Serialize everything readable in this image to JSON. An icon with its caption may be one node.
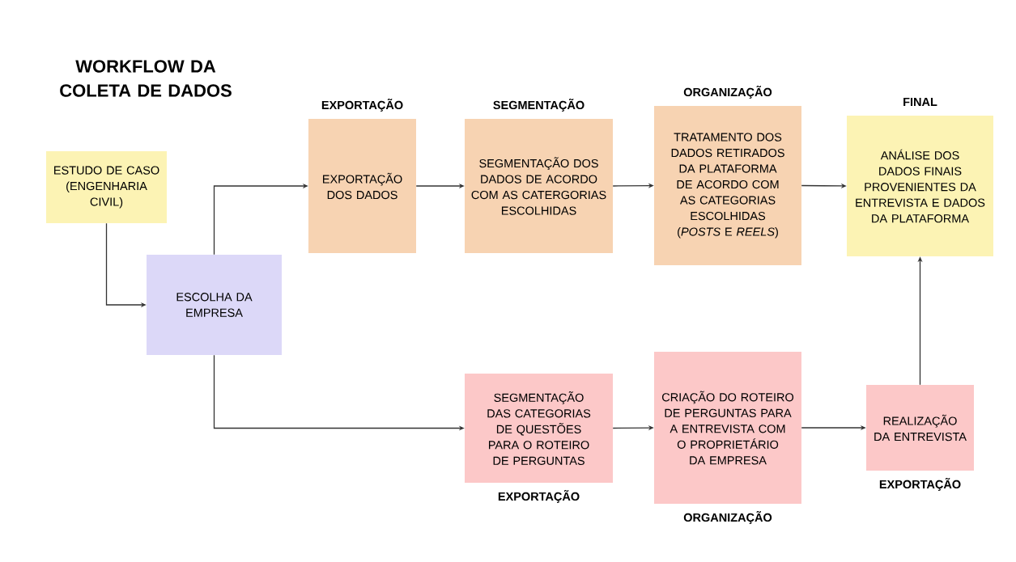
{
  "diagram": {
    "title": "WORKFLOW DA COLETA DE DADOS",
    "nodes": [
      {
        "text": [
          "ESTUDO DE CASO (ENGENHARIA CIVIL)"
        ]
      },
      {
        "text": [
          "ESCOLHA DA EMPRESA"
        ]
      },
      {
        "text": [
          "EXPORTAÇÃO",
          "EXPORTAÇÃO DOS DADOS"
        ]
      },
      {
        "text": [
          "SEGMENTAÇÃO",
          "SEGMENTAÇÃO DOS DADOS DE ACORDO COM AS CATERGORIAS ESCOLHIDAS"
        ]
      },
      {
        "text": [
          "ORGANIZAÇÃO",
          "TRATAMENTO DOS DADOS RETIRADOS DA PLATAFORMA DE ACORDO COM AS CATEGORIAS ESCOLHIDAS (*POSTS* E *REELS*)"
        ]
      },
      {
        "text": [
          "FINAL",
          "ANÁLISE DOS DADOS FINAIS PROVENIENTES DA ENTREVISTA E DADOS DA PLATAFORMA"
        ]
      },
      {
        "text": [
          "SEGMENTAÇÃO DAS CATEGORIAS DE QUESTÕES PARA O ROTEIRO DE PERGUNTAS",
          "EXPORTAÇÃO"
        ]
      },
      {
        "text": [
          "CRIAÇÃO DO ROTEIRO DE PERGUNTAS PARA A ENTREVISTA COM O PROPRIETÁRIO DA EMPRESA",
          "ORGANIZAÇÃO"
        ]
      },
      {
        "text": [
          "REALIZAÇÃO DA ENTREVISTA",
          "EXPORTAÇÃO"
        ]
      }
    ],
    "edges": [
      {
        "from": 0,
        "to": 1,
        "arrow": "to"
      },
      {
        "from": 1,
        "to": 2,
        "arrow": "to"
      },
      {
        "from": 1,
        "to": 6,
        "arrow": "to"
      },
      {
        "from": 2,
        "to": 3,
        "arrow": "to"
      },
      {
        "from": 3,
        "to": 4,
        "arrow": "to"
      },
      {
        "from": 4,
        "to": 5,
        "arrow": "to"
      },
      {
        "from": 6,
        "to": 7,
        "arrow": "to"
      },
      {
        "from": 7,
        "to": 8,
        "arrow": "to"
      },
      {
        "from": 8,
        "to": 5,
        "arrow": "to"
      }
    ]
  }
}
